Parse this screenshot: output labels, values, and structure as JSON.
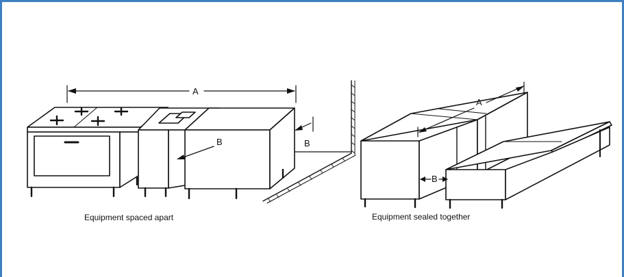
{
  "figure": {
    "border_color": "#3d7fc1",
    "line_color": "#111111",
    "left_panel": {
      "caption": "Equipment spaced apart",
      "label_a": "A",
      "label_b_inner": "B",
      "label_b_wall": "B"
    },
    "right_panel": {
      "caption": "Equipment sealed together",
      "label_a": "A",
      "label_b": "B"
    }
  }
}
